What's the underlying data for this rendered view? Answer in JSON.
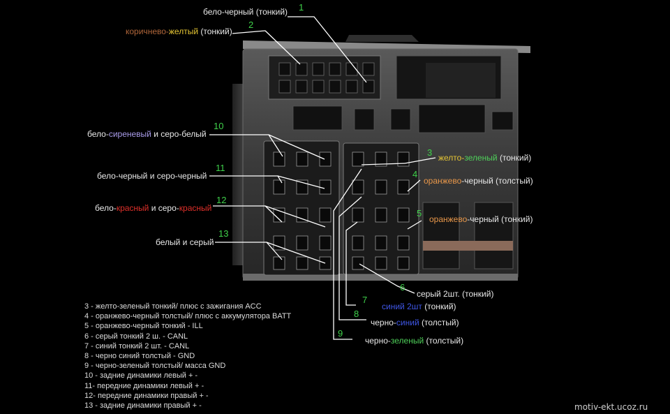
{
  "colors": {
    "brown": "#b0663a",
    "yellow": "#e6c634",
    "lilac": "#a89be8",
    "red": "#e0302a",
    "green": "#4fd05a",
    "blue": "#3f57e8",
    "orange": "#e8974a",
    "number": "#3fd14a"
  },
  "labels": {
    "l1": {
      "num": "1",
      "parts": [
        {
          "text": "бело-черный (тонкий)"
        }
      ]
    },
    "l2": {
      "num": "2",
      "parts": [
        {
          "text": "коричнево-",
          "color": "brown"
        },
        {
          "text": "желтый",
          "color": "yellow"
        },
        {
          "text": " (тонкий)"
        }
      ]
    },
    "l10": {
      "num": "10",
      "parts": [
        {
          "text": "бело-"
        },
        {
          "text": "сиреневый",
          "color": "lilac"
        },
        {
          "text": " и серо-белый"
        }
      ]
    },
    "l11": {
      "num": "11",
      "parts": [
        {
          "text": "бело-черный и серо-черный"
        }
      ]
    },
    "l12": {
      "num": "12",
      "parts": [
        {
          "text": "бело-"
        },
        {
          "text": "красный",
          "color": "red"
        },
        {
          "text": " и серо-"
        },
        {
          "text": "красный",
          "color": "red"
        }
      ]
    },
    "l13": {
      "num": "13",
      "parts": [
        {
          "text": "белый и серый"
        }
      ]
    },
    "l3": {
      "num": "3",
      "parts": [
        {
          "text": "желто-",
          "color": "yellow"
        },
        {
          "text": "зеленый",
          "color": "green"
        },
        {
          "text": " (тонкий)"
        }
      ]
    },
    "l4": {
      "num": "4",
      "parts": [
        {
          "text": "оранжево",
          "color": "orange"
        },
        {
          "text": "-черный (толстый)"
        }
      ]
    },
    "l5": {
      "num": "5",
      "parts": [
        {
          "text": "оранжево",
          "color": "orange"
        },
        {
          "text": "-черный (тонкий)"
        }
      ]
    },
    "l6": {
      "num": "6",
      "parts": [
        {
          "text": "серый 2шт. (тонкий)"
        }
      ]
    },
    "l7": {
      "num": "7",
      "parts": [
        {
          "text": "синий 2шт",
          "color": "blue"
        },
        {
          "text": " (тонкий)"
        }
      ]
    },
    "l8": {
      "num": "8",
      "parts": [
        {
          "text": "черно-"
        },
        {
          "text": "синий",
          "color": "blue"
        },
        {
          "text": " (толстый)"
        }
      ]
    },
    "l9": {
      "num": "9",
      "parts": [
        {
          "text": "черно-"
        },
        {
          "text": "зеленый",
          "color": "green"
        },
        {
          "text": " (толстый)"
        }
      ]
    }
  },
  "legend": [
    "3 - желто-зеленый тонкий/ плюс с зажигания ACC",
    "4 - оранжево-черный толстый/ плюс с аккумулятора BATT",
    "5 - оранжево-черный тонкий - ILL",
    "6 - серый тонкий 2 ш. - CANL",
    "7 - синий тонкий 2 шт. - CANL",
    "8 - черно синий толстый - GND",
    "9 - черно-зеленый толстый/ масса GND",
    "10 - задние динамики левый + -",
    "11- передние динамики левый + -",
    "12- передние динамики правый + -",
    "13 - задние динамики правый  + -"
  ],
  "site": "motiv-ekt.ucoz.ru"
}
